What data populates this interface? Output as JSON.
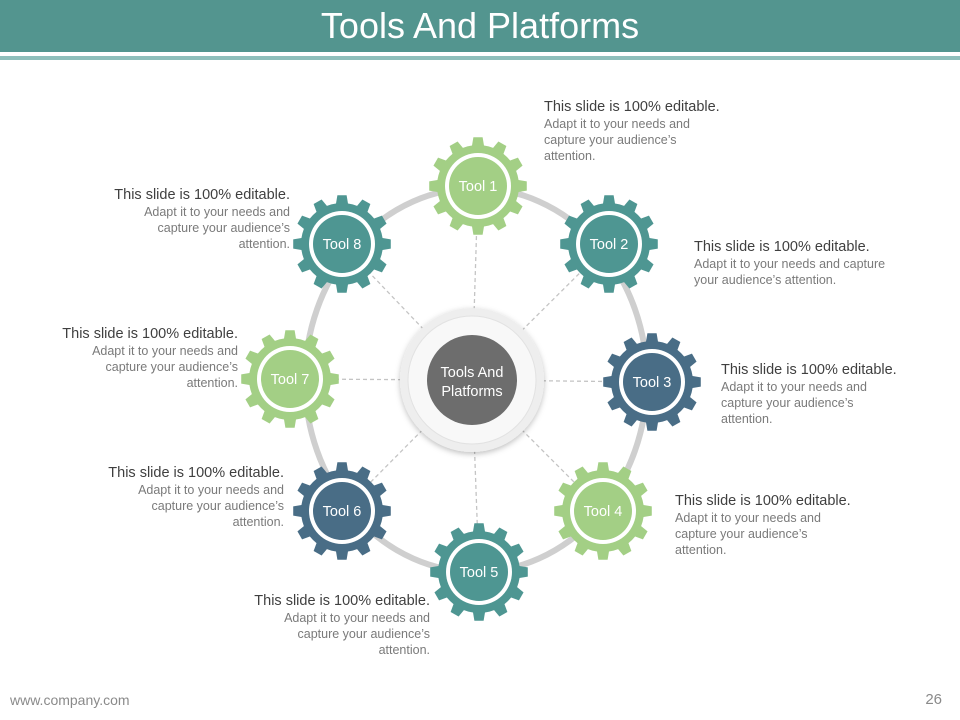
{
  "title": "Tools And Platforms",
  "center": {
    "line1": "Tools And",
    "line2": "Platforms"
  },
  "colors": {
    "teal": "#4e9692",
    "green": "#a3cf85",
    "slate": "#496d86",
    "center_gray": "#6d6d6d",
    "ring_gray": "#cfcfcf",
    "header": "#53958f"
  },
  "tools": [
    {
      "label": "Tool 1",
      "color": "green",
      "icon": "gear-icon"
    },
    {
      "label": "Tool 2",
      "color": "teal",
      "icon": "gear-icon"
    },
    {
      "label": "Tool 3",
      "color": "slate",
      "icon": "gear-icon"
    },
    {
      "label": "Tool 4",
      "color": "green",
      "icon": "gear-icon"
    },
    {
      "label": "Tool 5",
      "color": "teal",
      "icon": "gear-icon"
    },
    {
      "label": "Tool 6",
      "color": "slate",
      "icon": "gear-icon"
    },
    {
      "label": "Tool 7",
      "color": "green",
      "icon": "gear-icon"
    },
    {
      "label": "Tool 8",
      "color": "teal",
      "icon": "gear-icon"
    }
  ],
  "descriptions": {
    "tool1": {
      "head": "This slide is 100% editable.",
      "body": "Adapt it to your needs and capture your audience’s attention."
    },
    "tool2": {
      "head": "This slide is 100% editable.",
      "body": "Adapt it to your needs and capture your audience’s attention."
    },
    "tool3": {
      "head": "This slide is 100% editable.",
      "body": "Adapt it to your needs and capture your audience’s attention."
    },
    "tool4": {
      "head": "This slide is 100% editable.",
      "body": "Adapt it to your needs and capture your audience’s attention."
    },
    "tool5": {
      "head": "This slide is 100% editable.",
      "body": "Adapt it to your needs and capture your audience’s attention."
    },
    "tool6": {
      "head": "This slide is 100% editable.",
      "body": "Adapt it to your needs and capture your audience’s attention."
    },
    "tool7": {
      "head": "This slide is 100% editable.",
      "body": "Adapt it to your needs and capture your audience’s attention."
    },
    "tool8": {
      "head": "This slide is 100% editable.",
      "body": "Adapt it to your needs and capture your audience’s attention."
    }
  },
  "footer": {
    "url": "www.company.com",
    "page": "26"
  }
}
